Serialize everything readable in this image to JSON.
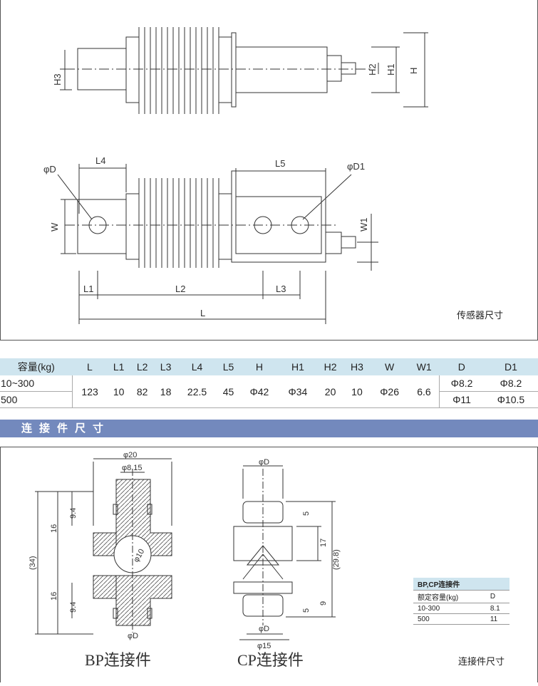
{
  "sensor": {
    "labels": {
      "H3": "H3",
      "H2": "H2",
      "H1": "H1",
      "H": "H",
      "D": "φD",
      "L4": "L4",
      "L5": "L5",
      "D1": "φD1",
      "W": "W",
      "W1": "W1",
      "L1": "L1",
      "L2": "L2",
      "L3": "L3",
      "L": "L"
    },
    "caption": "传感器尺寸"
  },
  "spec_table": {
    "headers": [
      "容量(kg)",
      "L",
      "L1",
      "L2",
      "L3",
      "L4",
      "L5",
      "H",
      "H1",
      "H2",
      "H3",
      "W",
      "W1",
      "D",
      "D1"
    ],
    "rows": [
      {
        "capacity": "10~300",
        "D": "Φ8.2",
        "D1": "Φ8.2"
      },
      {
        "capacity": "500",
        "D": "Φ11",
        "D1": "Φ10.5"
      }
    ],
    "shared": [
      "123",
      "10",
      "82",
      "18",
      "22.5",
      "45",
      "Φ42",
      "Φ34",
      "20",
      "10",
      "Φ26",
      "6.6"
    ]
  },
  "section_title": "连接件尺寸",
  "bp": {
    "labels": {
      "d20": "φ20",
      "d815": "φ8.15",
      "a94": "9.4",
      "a16": "16",
      "a34": "(34)",
      "b16": "16",
      "b94": "9.4",
      "d10": "φ10",
      "dD": "φD"
    },
    "title": "BP连接件"
  },
  "cp": {
    "labels": {
      "dD": "φD",
      "a5": "5",
      "a17": "17",
      "a298": "(29.8)",
      "a9": "9",
      "b5": "5",
      "bD": "φD",
      "d15": "φ15"
    },
    "title": "CP连接件"
  },
  "small_table": {
    "title": "BP,CP连接件",
    "header": [
      "额定容量(kg)",
      "D"
    ],
    "rows": [
      [
        "10-300",
        "8.1"
      ],
      [
        "500",
        "11"
      ]
    ]
  },
  "caption2": "连接件尺寸"
}
